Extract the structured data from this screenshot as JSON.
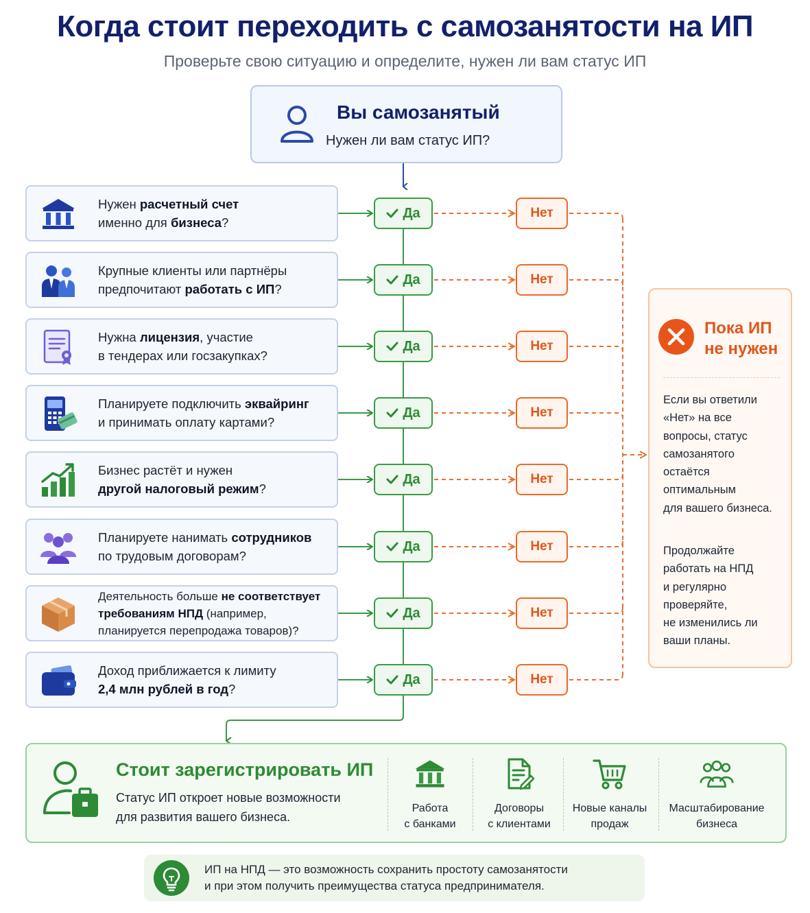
{
  "title": "Когда стоит переходить с самозанятости на ИП",
  "subtitle": "Проверьте свою ситуацию и определите, нужен ли вам статус ИП",
  "start": {
    "title": "Вы самозанятый",
    "subtitle": "Нужен ли вам статус ИП?",
    "icon": "user-icon"
  },
  "yes_label": "Да",
  "no_label": "Нет",
  "colors": {
    "navy": "#13206b",
    "green": "#2d8a35",
    "orange": "#e0561a"
  },
  "questions": [
    {
      "icon": "bank-icon",
      "lines": [
        [
          {
            "t": "Нужен "
          },
          {
            "t": "расчетный счет",
            "b": true
          }
        ],
        [
          {
            "t": "именно для "
          },
          {
            "t": "бизнеса",
            "b": true
          },
          {
            "t": "?"
          }
        ]
      ]
    },
    {
      "icon": "business-partners-icon",
      "lines": [
        [
          {
            "t": "Крупные клиенты или партнёры"
          }
        ],
        [
          {
            "t": "предпочитают "
          },
          {
            "t": "работать с ИП",
            "b": true
          },
          {
            "t": "?"
          }
        ]
      ]
    },
    {
      "icon": "license-certificate-icon",
      "lines": [
        [
          {
            "t": "Нужна "
          },
          {
            "t": "лицензия",
            "b": true
          },
          {
            "t": ", участие"
          }
        ],
        [
          {
            "t": "в тендерах или госзакупках?"
          }
        ]
      ]
    },
    {
      "icon": "payment-terminal-icon",
      "lines": [
        [
          {
            "t": "Планируете подключить "
          },
          {
            "t": "эквайринг",
            "b": true
          }
        ],
        [
          {
            "t": "и принимать оплату картами?"
          }
        ]
      ]
    },
    {
      "icon": "growth-chart-icon",
      "lines": [
        [
          {
            "t": "Бизнес растёт и нужен"
          }
        ],
        [
          {
            "t": "другой налоговый режим",
            "b": true
          },
          {
            "t": "?"
          }
        ]
      ]
    },
    {
      "icon": "team-icon",
      "lines": [
        [
          {
            "t": "Планируете нанимать "
          },
          {
            "t": "сотрудников",
            "b": true
          }
        ],
        [
          {
            "t": "по трудовым договорам?"
          }
        ]
      ]
    },
    {
      "icon": "package-box-icon",
      "tight": true,
      "lines": [
        [
          {
            "t": "Деятельность больше "
          },
          {
            "t": "не соответствует",
            "b": true
          }
        ],
        [
          {
            "t": "требованиям НПД",
            "b": true
          },
          {
            "t": " (например,"
          }
        ],
        [
          {
            "t": "планируется перепродажа товаров)?"
          }
        ]
      ]
    },
    {
      "icon": "wallet-icon",
      "lines": [
        [
          {
            "t": "Доход приближается к лимиту"
          }
        ],
        [
          {
            "t": "2,4 млн рублей в год",
            "b": true
          },
          {
            "t": "?"
          }
        ]
      ]
    }
  ],
  "side": {
    "title_line1": "Пока ИП",
    "title_line2": "не нужен",
    "paragraph1": [
      "Если вы ответили",
      "«Нет» на все",
      "вопросы, статус",
      "самозанятого",
      "остаётся",
      "оптимальным",
      "для вашего бизнеса."
    ],
    "paragraph2": [
      "Продолжайте",
      "работать на НПД",
      "и регулярно",
      "проверяйте,",
      "не изменились ли",
      "ваши планы."
    ]
  },
  "result": {
    "title": "Стоит зарегистрировать ИП",
    "text_line1": "Статус ИП откроет новые возможности",
    "text_line2": "для развития вашего бизнеса.",
    "benefits": [
      {
        "icon": "bank-icon",
        "line1": "Работа",
        "line2": "с банками"
      },
      {
        "icon": "contract-icon",
        "line1": "Договоры",
        "line2": "с клиентами"
      },
      {
        "icon": "shopping-cart-icon",
        "line1": "Новые каналы",
        "line2": "продаж"
      },
      {
        "icon": "scaling-team-icon",
        "line1": "Масштабирование",
        "line2": "бизнеса"
      }
    ]
  },
  "tip": {
    "line1": "ИП на НПД — это возможность сохранить простоту самозанятости",
    "line2": "и при этом получить преимущества статуса предпринимателя.",
    "icon": "lightbulb-icon"
  }
}
